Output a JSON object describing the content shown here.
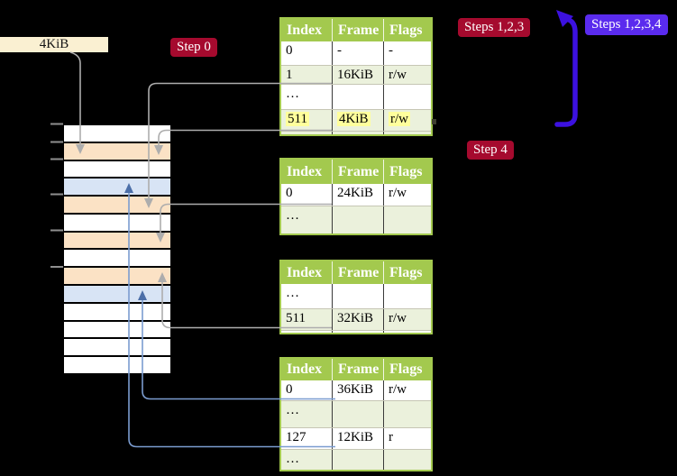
{
  "labels": {
    "frame_size": "4KiB",
    "step0": "Step 0",
    "steps123": "Steps 1,2,3",
    "steps1234": "Steps 1,2,3,4",
    "step4": "Step 4"
  },
  "tables": [
    {
      "headers": [
        "Index",
        "Frame",
        "Flags"
      ],
      "rows": [
        {
          "cells": [
            "0",
            "-",
            "-"
          ]
        },
        {
          "cells": [
            "1",
            "16KiB",
            "r/w"
          ]
        },
        {
          "cells": [
            "…",
            "",
            ""
          ]
        },
        {
          "cells": [
            "511",
            "4KiB",
            "r/w"
          ]
        }
      ]
    },
    {
      "headers": [
        "Index",
        "Frame",
        "Flags"
      ],
      "rows": [
        {
          "cells": [
            "0",
            "24KiB",
            "r/w"
          ]
        },
        {
          "cells": [
            "…",
            "",
            ""
          ]
        }
      ]
    },
    {
      "headers": [
        "Index",
        "Frame",
        "Flags"
      ],
      "rows": [
        {
          "cells": [
            "…",
            "",
            ""
          ]
        },
        {
          "cells": [
            "511",
            "32KiB",
            "r/w"
          ]
        }
      ]
    },
    {
      "headers": [
        "Index",
        "Frame",
        "Flags"
      ],
      "rows": [
        {
          "cells": [
            "0",
            "36KiB",
            "r/w"
          ]
        },
        {
          "cells": [
            "…",
            "",
            ""
          ]
        },
        {
          "cells": [
            "127",
            "12KiB",
            "r"
          ]
        },
        {
          "cells": [
            "…",
            "",
            ""
          ]
        }
      ]
    }
  ],
  "memory": {
    "rows": [
      "free",
      "pagetable",
      "free",
      "datapage",
      "pagetable",
      "free",
      "pagetable",
      "free",
      "pagetable",
      "datapage",
      "free",
      "free",
      "free",
      "free"
    ]
  },
  "colors": {
    "page_table_fill": "#fbe2c5",
    "data_page_fill": "#d8e4f5",
    "frame_label_fill": "#faf0d2",
    "table_header": "#a3c94e",
    "table_row_alt": "#ebf1dc",
    "highlight": "#ffff9c",
    "step_label": "#a50a2e",
    "steps_all_label": "#5a2bee",
    "big_arrow": "#3c11e0",
    "connector_gray": "#adadad",
    "connector_blue": "#7b9cd0",
    "connector_blue_head": "#4c6fa8"
  }
}
